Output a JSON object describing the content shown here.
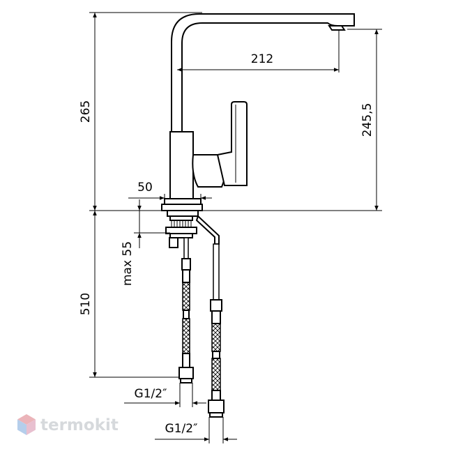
{
  "dimensions": {
    "spout_reach": "212",
    "total_height": "265",
    "spout_height": "245,5",
    "base_diameter": "50",
    "max_thickness": "max 55",
    "hose_length": "510",
    "thread_hot": "G1/2″",
    "thread_cold": "G1/2″"
  },
  "logo": {
    "text": "termokit",
    "colors": [
      "#e8a8ad",
      "#a9c6e8",
      "#c9cdd1"
    ]
  }
}
